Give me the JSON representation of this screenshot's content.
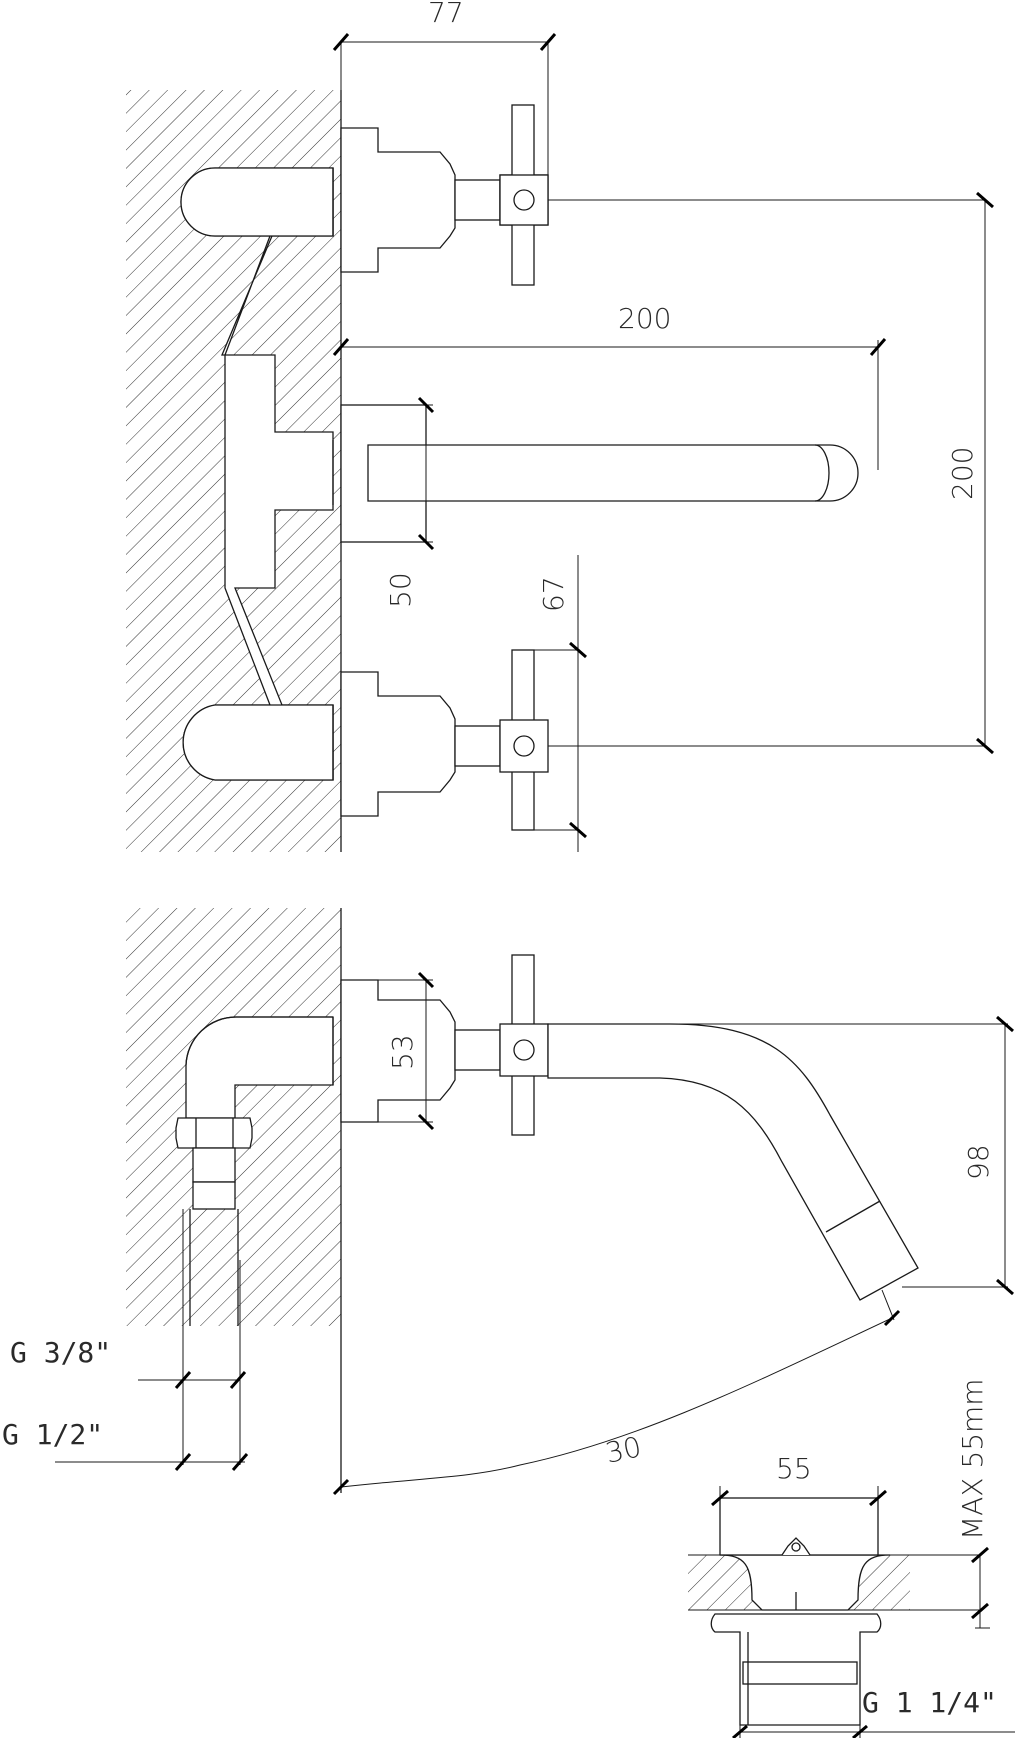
{
  "dimensions": {
    "d77": "77",
    "d200_h": "200",
    "d200_v": "200",
    "d50": "50",
    "d67": "67",
    "d53": "53",
    "d98": "98",
    "d30": "30",
    "d55": "55",
    "max55": "MAX 55mm"
  },
  "threads": {
    "g38": "G 3/8\"",
    "g12": "G 1/2\"",
    "g114": "G 1 1/4\""
  },
  "colors": {
    "line": "#1a1a1a",
    "background": "#ffffff"
  }
}
